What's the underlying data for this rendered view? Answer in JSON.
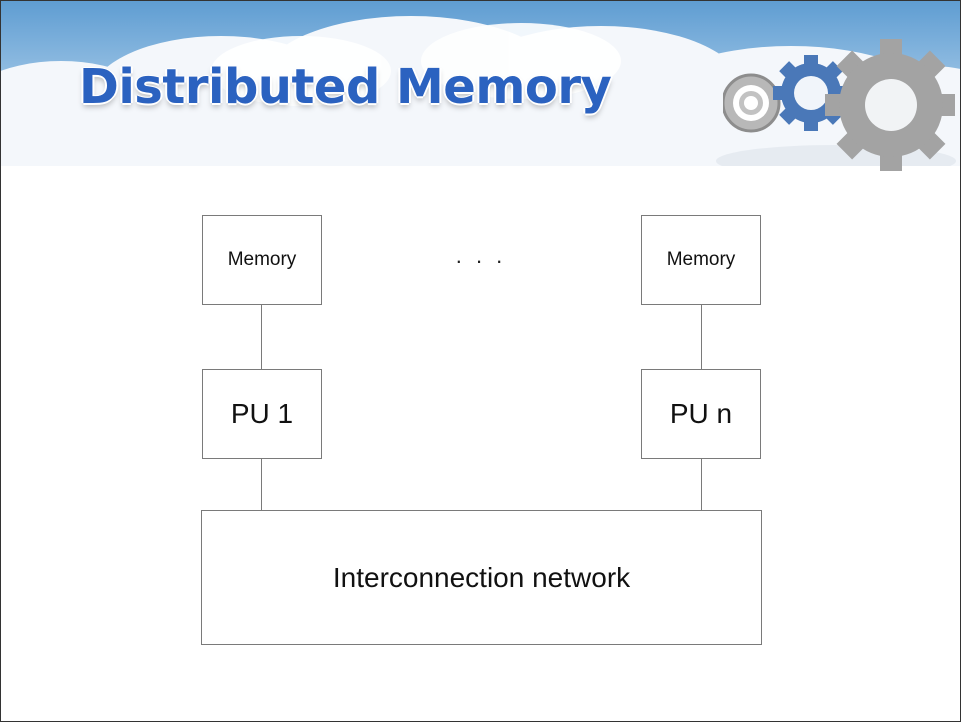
{
  "slide": {
    "title": "Distributed Memory"
  },
  "diagram": {
    "memory_left": "Memory",
    "memory_right": "Memory",
    "ellipsis": ". . .",
    "pu_left": "PU 1",
    "pu_right": "PU n",
    "network": "Interconnection network"
  },
  "colors": {
    "title": "#2b62c0",
    "sky": "#7fb2dc",
    "cloud": "#f2f6fa",
    "gear_gray": "#9a9a9a",
    "gear_blue": "#4a78b8",
    "box_border": "#7a7a7a"
  },
  "icons": [
    "gears-icon"
  ]
}
